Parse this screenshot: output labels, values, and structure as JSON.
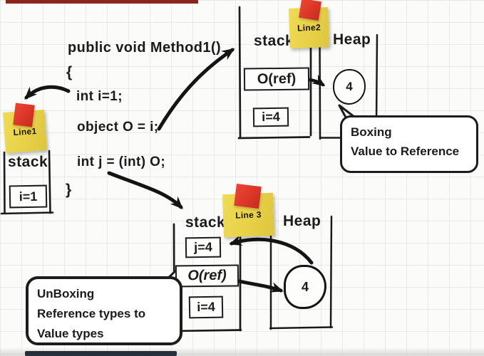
{
  "code": {
    "signature": "public void Method1()",
    "brace_open": "{",
    "stmt_int_i": "int i=1;",
    "stmt_object_o": "object O = i;",
    "stmt_int_j": "int j = (int) O;",
    "brace_close": "}"
  },
  "notes": {
    "line1": "Line1",
    "line2": "Line2",
    "line3": "Line 3"
  },
  "left_stack": {
    "label": "stack",
    "slot_i": "i=1"
  },
  "top_diagram": {
    "stack_label": "stack",
    "heap_label": "Heap",
    "slot_oref": "O(ref)",
    "slot_i": "i=4",
    "heap_value": "4"
  },
  "bottom_diagram": {
    "stack_label": "stack",
    "heap_label": "Heap",
    "slot_j": "j=4",
    "slot_oref": "O(ref)",
    "slot_i": "i=4",
    "heap_value": "4"
  },
  "bubbles": {
    "boxing": {
      "line1": "Boxing",
      "line2": "Value to Reference"
    },
    "unboxing": {
      "line1": "UnBoxing",
      "line2": "Reference types to",
      "line3": "Value types"
    }
  },
  "colors": {
    "ink": "#1b1b1d",
    "note_yellow": "#e7d148",
    "tape_red": "#da3526",
    "top_bar_maroon": "#8a261c",
    "bottom_bar_navy": "#26303c"
  }
}
